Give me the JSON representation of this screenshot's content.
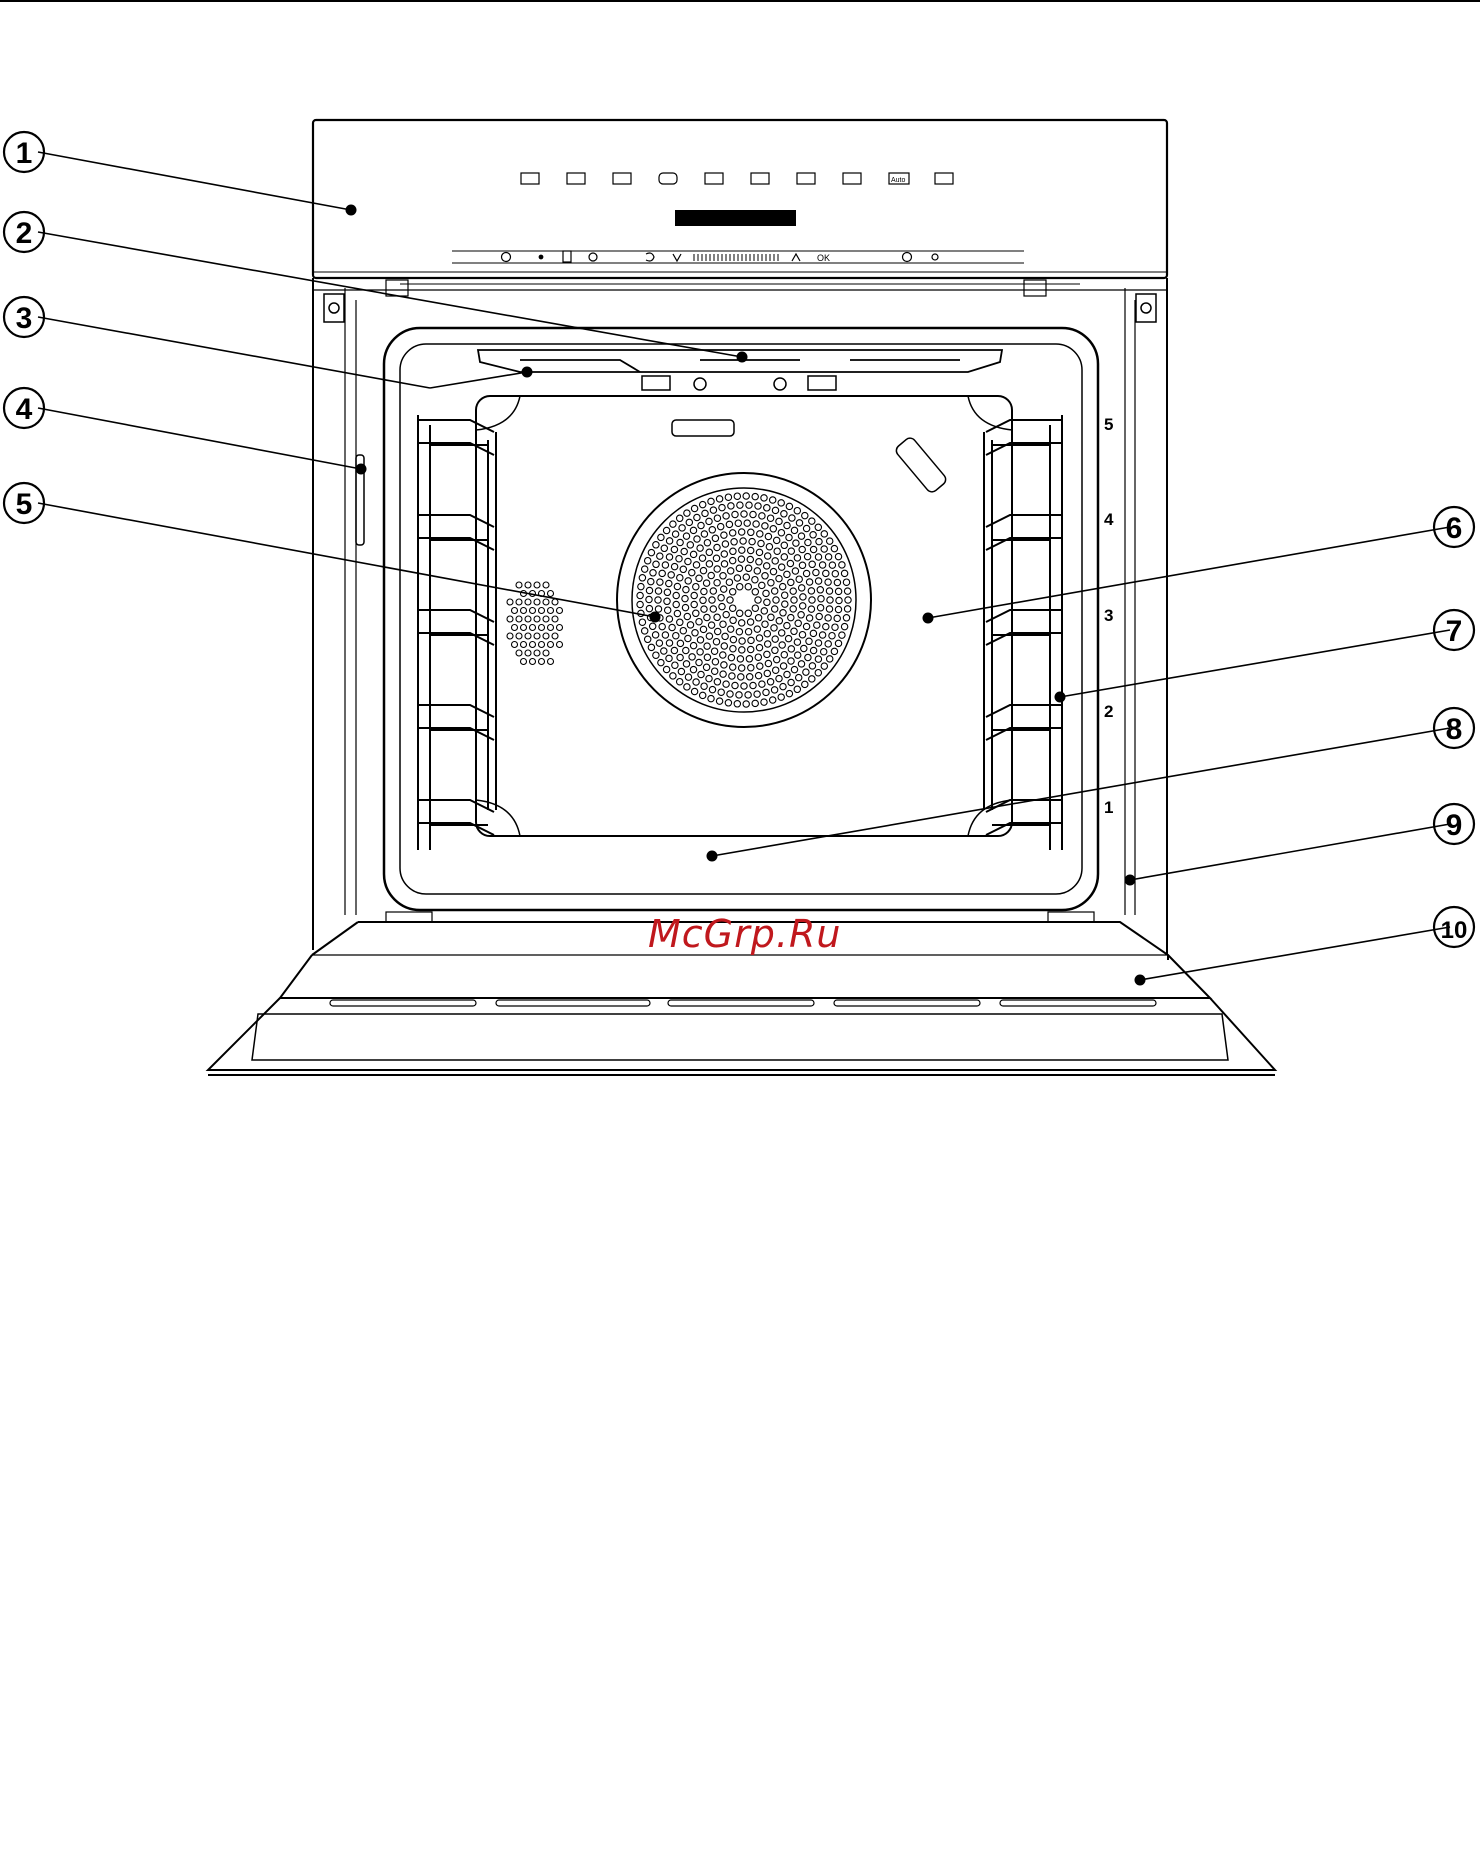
{
  "callouts": [
    "1",
    "2",
    "3",
    "4",
    "5",
    "6",
    "7",
    "8",
    "9",
    "10"
  ],
  "shelf_levels": [
    "5",
    "4",
    "3",
    "2",
    "1"
  ],
  "control_panel": {
    "mode_labels": [
      "Auto"
    ],
    "ok_label": "OK"
  },
  "watermark": "McGrp.Ru"
}
